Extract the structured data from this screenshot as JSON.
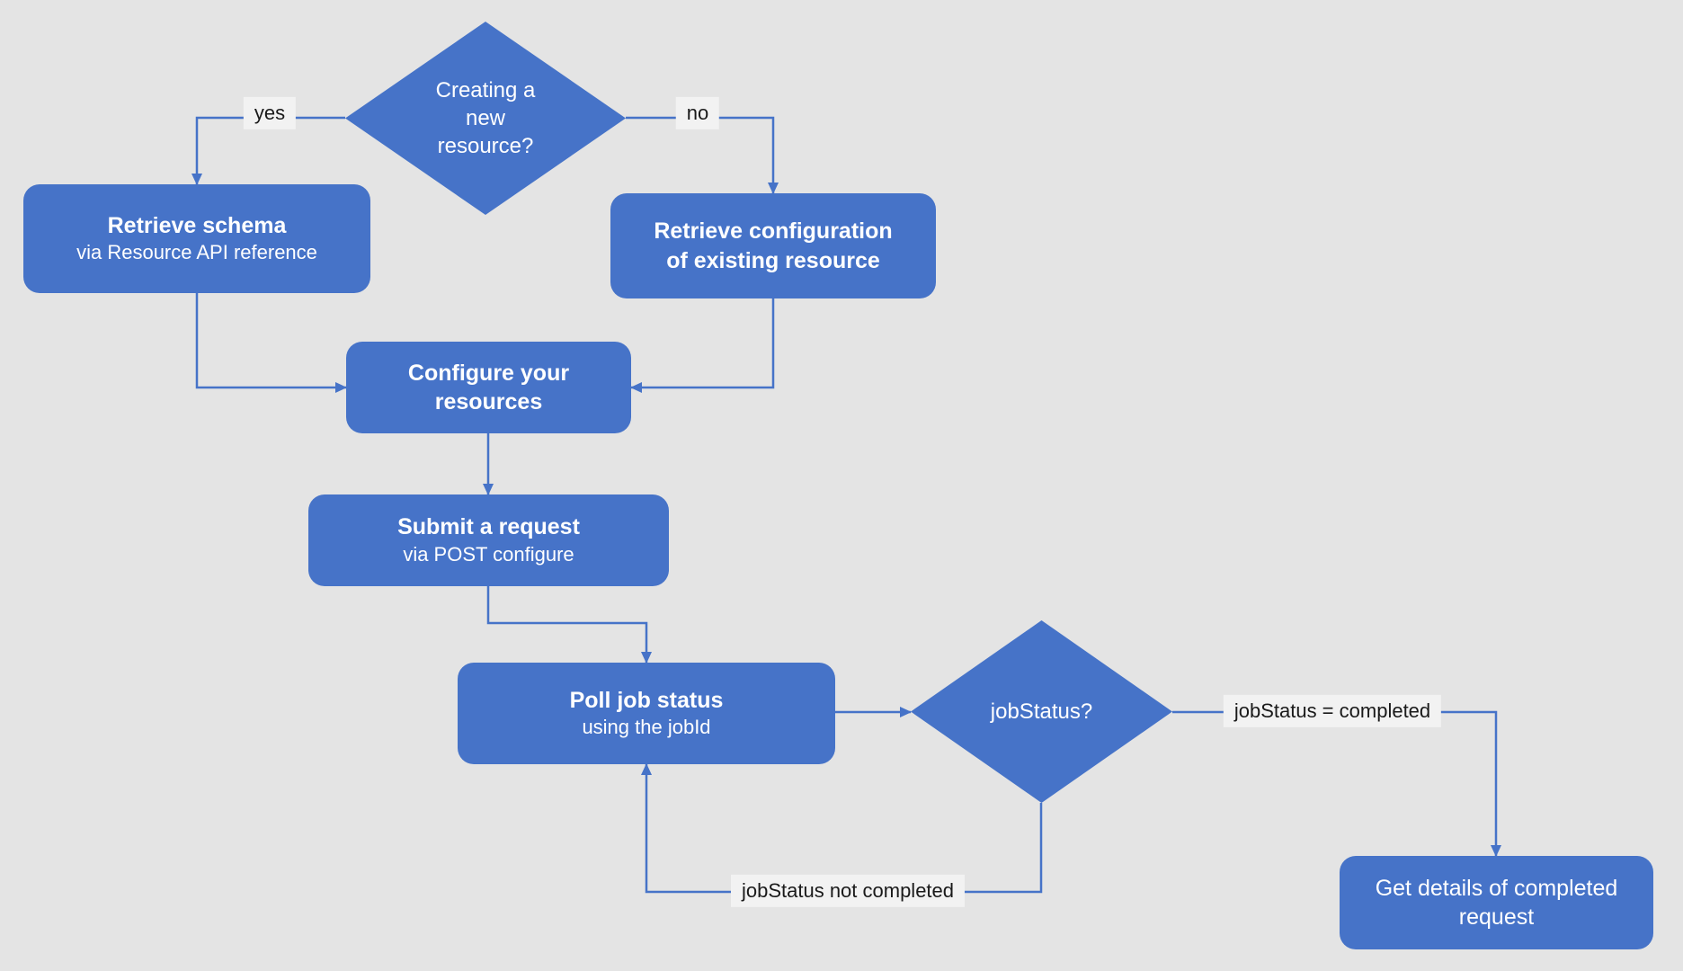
{
  "colors": {
    "accent": "#4673c8",
    "background": "#e4e4e4",
    "chip": "#f2f2f2"
  },
  "nodes": {
    "decision_new_resource": {
      "label": "Creating a\nnew\nresource?"
    },
    "retrieve_schema": {
      "title": "Retrieve schema",
      "subtitle": "via Resource API reference"
    },
    "retrieve_configuration": {
      "title": "Retrieve configuration\nof existing resource"
    },
    "configure_resources": {
      "title": "Configure your\nresources"
    },
    "submit_request": {
      "title": "Submit a request",
      "subtitle": "via POST configure"
    },
    "poll_job_status": {
      "title": "Poll job status",
      "subtitle": "using the jobId"
    },
    "decision_job_status": {
      "label": "jobStatus?"
    },
    "get_details": {
      "title": "Get details of completed\nrequest"
    }
  },
  "edge_labels": {
    "yes": "yes",
    "no": "no",
    "job_completed": "jobStatus = completed",
    "job_not_completed": "jobStatus not completed"
  }
}
